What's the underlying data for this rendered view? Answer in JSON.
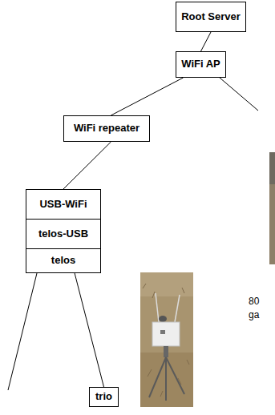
{
  "diagram": {
    "nodes": [
      {
        "text": [
          "Root Server"
        ]
      },
      {
        "text": [
          "WiFi AP"
        ]
      },
      {
        "text": [
          "WiFi repeater"
        ]
      },
      {
        "text": [
          "USB-WiFi"
        ]
      },
      {
        "text": [
          "telos-USB"
        ]
      },
      {
        "text": [
          "telos"
        ]
      },
      {
        "text": [
          "trio"
        ]
      }
    ],
    "edges": [
      {
        "from": 0,
        "to": 1,
        "arrow": "none"
      },
      {
        "from": 1,
        "to": 2,
        "arrow": "none"
      },
      {
        "from": 2,
        "to": 3,
        "arrow": "none"
      },
      {
        "from": 5,
        "to": 6,
        "arrow": "none"
      }
    ],
    "labels": [
      "80",
      "ga"
    ]
  }
}
